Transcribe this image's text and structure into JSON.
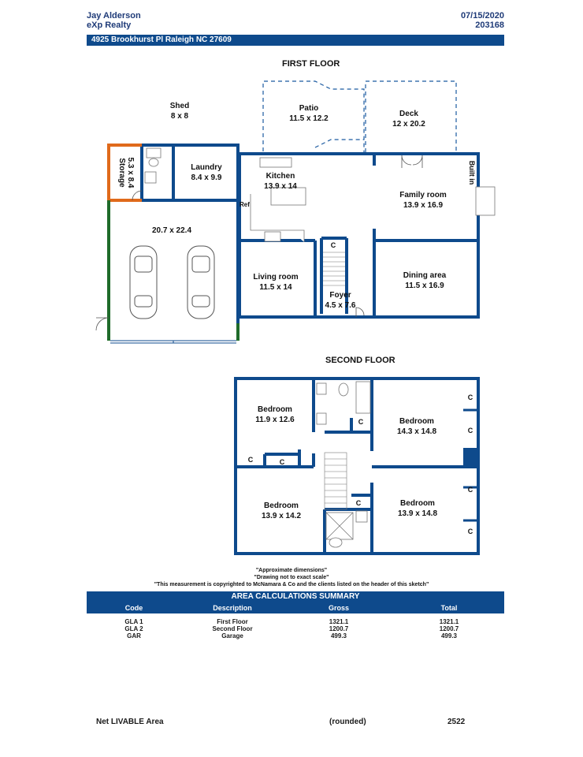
{
  "header": {
    "agent_name": "Jay Alderson",
    "agency": "eXp Realty",
    "date": "07/15/2020",
    "report_id": "203168",
    "address": "4925 Brookhurst Pl Raleigh NC 27609"
  },
  "first_floor": {
    "title": "FIRST FLOOR",
    "rooms": {
      "shed": {
        "name": "Shed",
        "dims": "8 x 8"
      },
      "patio": {
        "name": "Patio",
        "dims": "11.5 x 12.2"
      },
      "deck": {
        "name": "Deck",
        "dims": "12 x 20.2"
      },
      "storage": {
        "name": "Storage",
        "dims": "5.3 x 8.4"
      },
      "laundry": {
        "name": "Laundry",
        "dims": "8.4 x 9.9"
      },
      "kitchen": {
        "name": "Kitchen",
        "dims": "13.9 x 14"
      },
      "family": {
        "name": "Family room",
        "dims": "13.9 x 16.9"
      },
      "garage": {
        "name": "",
        "dims": "20.7 x 22.4"
      },
      "living": {
        "name": "Living room",
        "dims": "11.5 x 14"
      },
      "foyer": {
        "name": "Foyer",
        "dims": "4.5 x 7.6"
      },
      "dining": {
        "name": "Dining area",
        "dims": "11.5 x 16.9"
      }
    },
    "labels": {
      "ref": "Ref",
      "built_in": "Built in",
      "closet": "C"
    }
  },
  "second_floor": {
    "title": "SECOND FLOOR",
    "rooms": {
      "bed1": {
        "name": "Bedroom",
        "dims": "11.9 x 12.6"
      },
      "bed2": {
        "name": "Bedroom",
        "dims": "14.3 x 14.8"
      },
      "bed3": {
        "name": "Bedroom",
        "dims": "13.9 x 14.2"
      },
      "bed4": {
        "name": "Bedroom",
        "dims": "13.9 x 14.8"
      }
    },
    "closet": "C"
  },
  "notes": {
    "n1": "\"Approximate dimensions\"",
    "n2": "\"Drawing not to exact scale\"",
    "n3": "\"This measurement is copyrighted to McNamara & Co and the clients listed on the header of this sketch\""
  },
  "area_summary": {
    "title": "AREA CALCULATIONS SUMMARY",
    "columns": [
      "Code",
      "Description",
      "Gross",
      "Total"
    ],
    "rows": [
      {
        "code": "GLA 1",
        "description": "First Floor",
        "gross": "1321.1",
        "total": "1321.1"
      },
      {
        "code": "GLA 2",
        "description": "Second Floor",
        "gross": "1200.7",
        "total": "1200.7"
      },
      {
        "code": "GAR",
        "description": "Garage",
        "gross": "499.3",
        "total": "499.3"
      }
    ]
  },
  "footer": {
    "label": "Net LIVABLE Area",
    "rounded": "(rounded)",
    "value": "2522"
  },
  "colors": {
    "wall": "#0e4a8c",
    "storage_wall": "#e06a1b",
    "garage_wall": "#1f6b2a",
    "dashed": "#1b5aa0"
  }
}
